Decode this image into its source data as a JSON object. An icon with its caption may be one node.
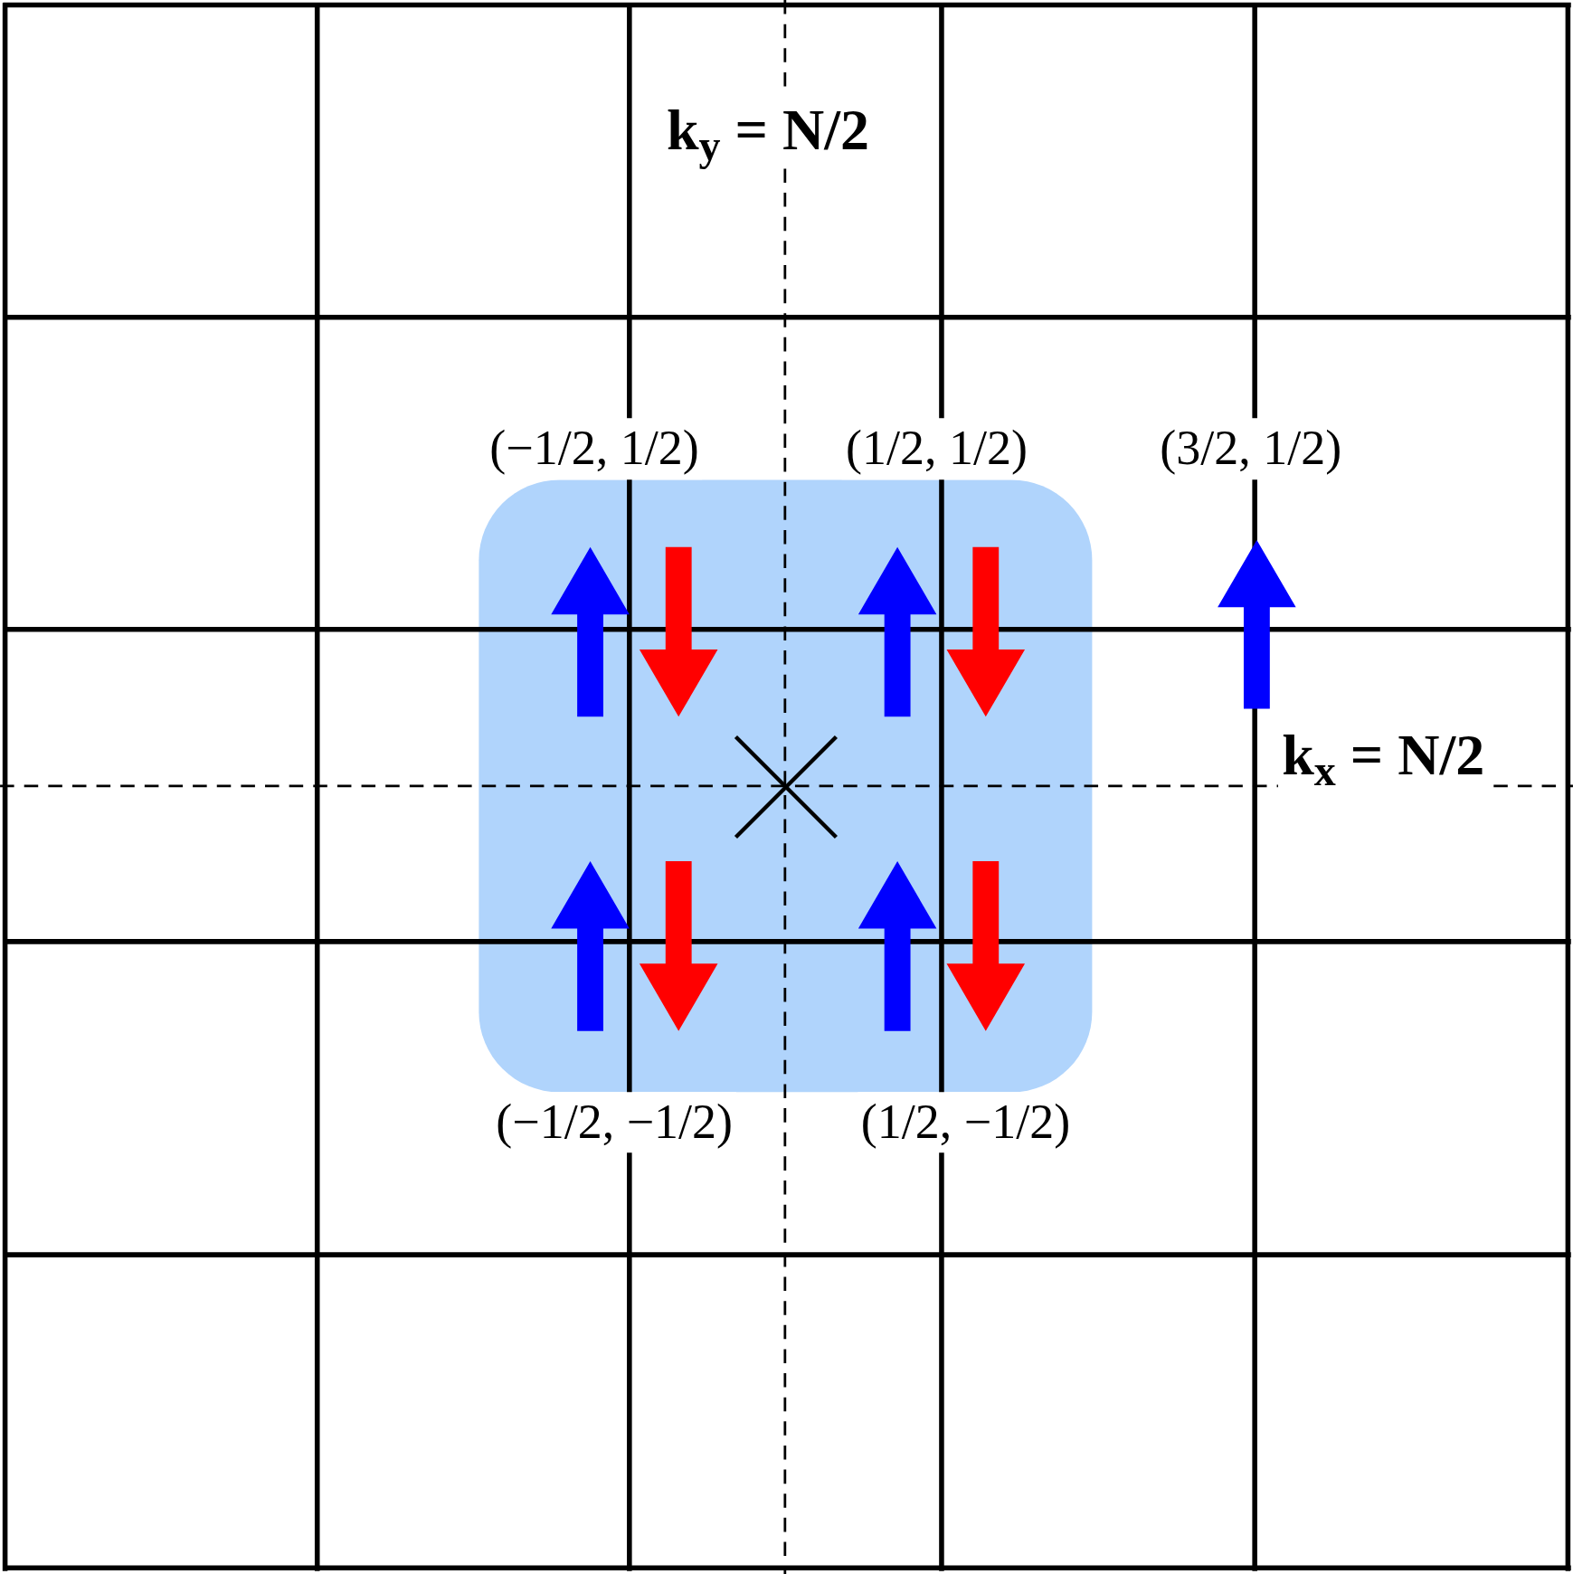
{
  "diagram": {
    "labels": [
      "k$_{y}$ = N/2",
      "(−1/2, 1/2)",
      "(1/2, 1/2)",
      "(3/2, 1/2)",
      "k$_{x}$ = N/2",
      "(−1/2, −1/2)",
      "(1/2, −1/2)"
    ]
  }
}
